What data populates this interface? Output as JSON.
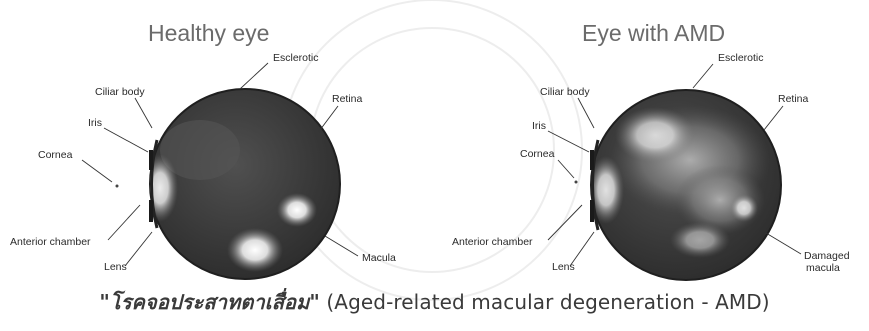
{
  "diagram": {
    "left_panel": {
      "title": "Healthy eye",
      "labels": {
        "esclerotic": "Esclerotic",
        "ciliar_body": "Ciliar body",
        "retina": "Retina",
        "iris": "Iris",
        "cornea": "Cornea",
        "anterior_chamber": "Anterior chamber",
        "lens": "Lens",
        "macula": "Macula"
      }
    },
    "right_panel": {
      "title": "Eye with AMD",
      "labels": {
        "esclerotic": "Esclerotic",
        "ciliar_body": "Ciliar body",
        "retina": "Retina",
        "iris": "Iris",
        "cornea": "Cornea",
        "anterior_chamber": "Anterior chamber",
        "lens": "Lens",
        "damaged_macula_line1": "Damaged",
        "damaged_macula_line2": "macula"
      }
    },
    "caption": {
      "thai": "\"โรคจอประสาทตาเสื่อม\"",
      "english": " (Aged-related macular degeneration - AMD)"
    },
    "colors": {
      "eyeball": "#3b3b3b",
      "highlight": "#f2f2f2",
      "text": "#2a2a2a",
      "title": "#6b6b6b"
    }
  }
}
